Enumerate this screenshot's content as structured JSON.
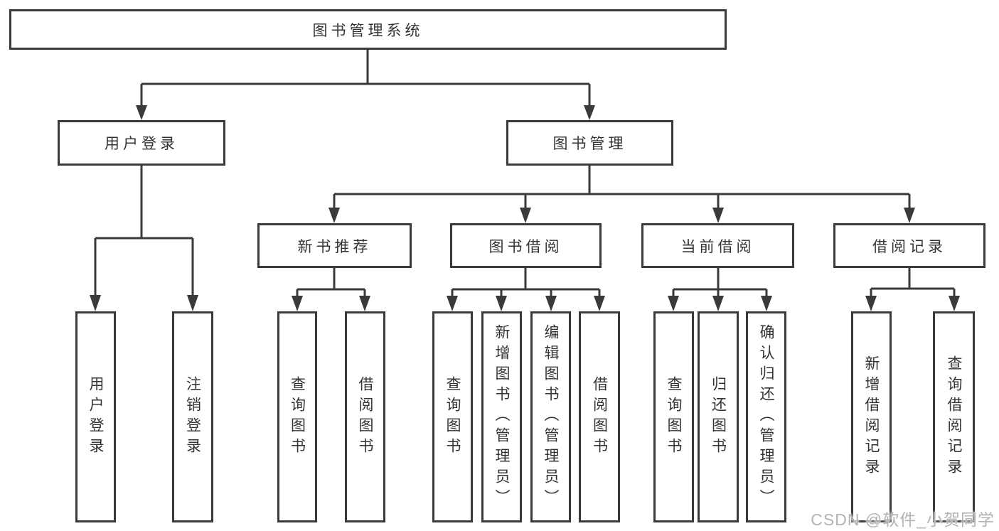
{
  "diagram_type": "hierarchy-tree",
  "watermark": {
    "text": "CSDN @软件_小贺同学"
  },
  "colors": {
    "line": "#3a3a3a",
    "box_border": "#3a3a3a",
    "box_fill": "#ffffff",
    "text": "#333333",
    "watermark_text": "#b3b3b3",
    "background": "#ffffff"
  },
  "tree": {
    "label": "图书管理系统",
    "children": [
      {
        "label": "用户登录",
        "children": [
          {
            "label": "用户登录"
          },
          {
            "label": "注销登录"
          }
        ]
      },
      {
        "label": "图书管理",
        "children": [
          {
            "label": "新书推荐",
            "children": [
              {
                "label": "查询图书"
              },
              {
                "label": "借阅图书"
              }
            ]
          },
          {
            "label": "图书借阅",
            "children": [
              {
                "label": "查询图书"
              },
              {
                "label": "新增图书（管理员）"
              },
              {
                "label": "编辑图书（管理员）"
              },
              {
                "label": "借阅图书"
              }
            ]
          },
          {
            "label": "当前借阅",
            "children": [
              {
                "label": "查询图书"
              },
              {
                "label": "归还图书"
              },
              {
                "label": "确认归还（管理员）"
              }
            ]
          },
          {
            "label": "借阅记录",
            "children": [
              {
                "label": "新增借阅记录"
              },
              {
                "label": "查询借阅记录"
              }
            ]
          }
        ]
      }
    ]
  }
}
